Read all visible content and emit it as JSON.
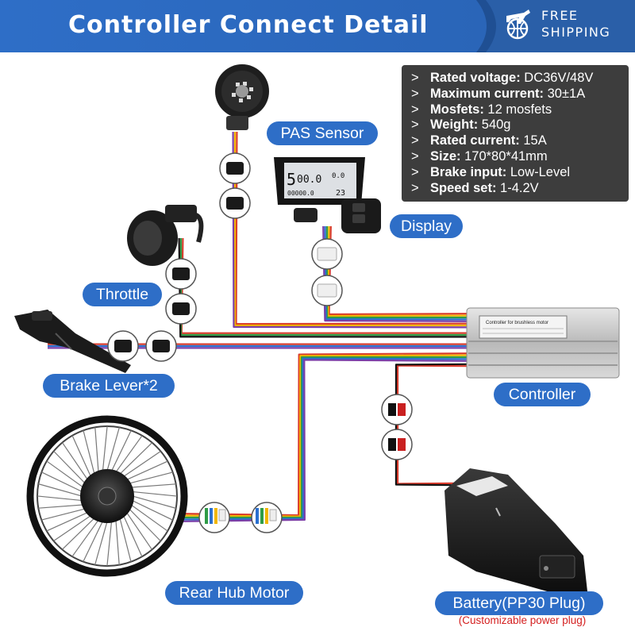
{
  "banner": {
    "title": "Controller Connect Detail",
    "shipping_line1": "FREE",
    "shipping_line2": "SHIPPING",
    "shipping_icon": "airplane-globe-icon",
    "color": "#2e6ec7"
  },
  "specs": [
    {
      "key": "Rated voltage:",
      "value": " DC36V/48V"
    },
    {
      "key": "Maximum current:",
      "value": " 30±1A"
    },
    {
      "key": "Mosfets:",
      "value": " 12 mosfets"
    },
    {
      "key": "Weight:",
      "value": " 540g"
    },
    {
      "key": "Rated current:",
      "value": " 15A"
    },
    {
      "key": "Size:",
      "value": " 170*80*41mm"
    },
    {
      "key": "Brake input:",
      "value": "  Low-Level"
    },
    {
      "key": "Speed set:",
      "value": "  1-4.2V"
    }
  ],
  "spec_bullet": ">",
  "labels": {
    "pas_sensor": "PAS Sensor",
    "display": "Display",
    "throttle": "Throttle",
    "brake_lever": "Brake Lever*2",
    "controller": "Controller",
    "rear_hub_motor": "Rear Hub Motor",
    "battery": "Battery(PP30 Plug)",
    "battery_note": "(Customizable power plug)"
  },
  "display_screen": {
    "top_left": "5",
    "speed": "00.0",
    "right": "0.0",
    "bottom_left": "00000.0",
    "bottom_right": "23"
  },
  "controller_plate": {
    "title": "Controller for brushless motor"
  },
  "wire_colors": [
    "#d93a2b",
    "#f2b600",
    "#2f9c46",
    "#2a6fd0",
    "#7b3fa8",
    "#111111"
  ],
  "accent": "#2e6ec7"
}
